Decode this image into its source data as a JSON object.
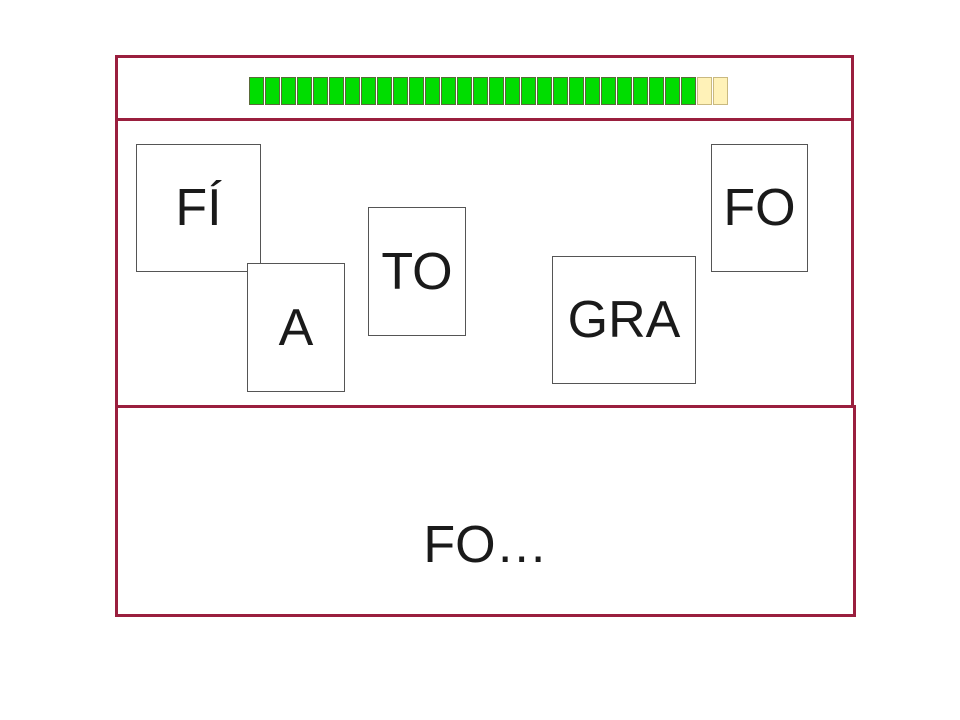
{
  "progress": {
    "total": 30,
    "completed": 28,
    "fraction": 0.933,
    "done_color": "#00dd00",
    "todo_color": "#fff2b8"
  },
  "syllable_cards": [
    {
      "id": "fi",
      "label": "FÍ"
    },
    {
      "id": "a",
      "label": "A"
    },
    {
      "id": "to",
      "label": "TO"
    },
    {
      "id": "gra",
      "label": "GRA"
    },
    {
      "id": "fo",
      "label": "FO"
    }
  ],
  "answer": {
    "text": "FO…"
  },
  "colors": {
    "border": "#9a1f3e"
  }
}
